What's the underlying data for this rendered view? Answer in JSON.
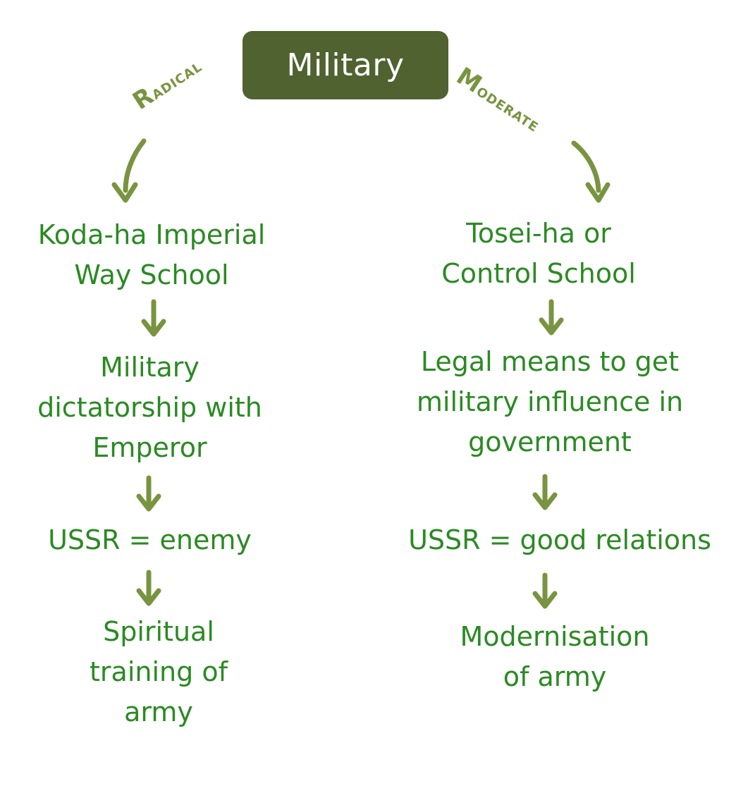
{
  "colors": {
    "root_fill": "#4f622f",
    "root_text": "#ffffff",
    "node_text": "#2b8a23",
    "arrow": "#789440",
    "branch_label": "#789440"
  },
  "root": {
    "label": "Military"
  },
  "branches": {
    "left": {
      "label": "Radical",
      "nodes": [
        "Koda-ha Imperial\nWay School",
        "Military\ndictatorship with\nEmperor",
        "USSR = enemy",
        "Spiritual\ntraining of\narmy"
      ]
    },
    "right": {
      "label": "Moderate",
      "nodes": [
        "Tosei-ha or\nControl School",
        "Legal means to get\nmilitary influence in\ngovernment",
        "USSR = good relations",
        "Modernisation\nof army"
      ]
    }
  }
}
